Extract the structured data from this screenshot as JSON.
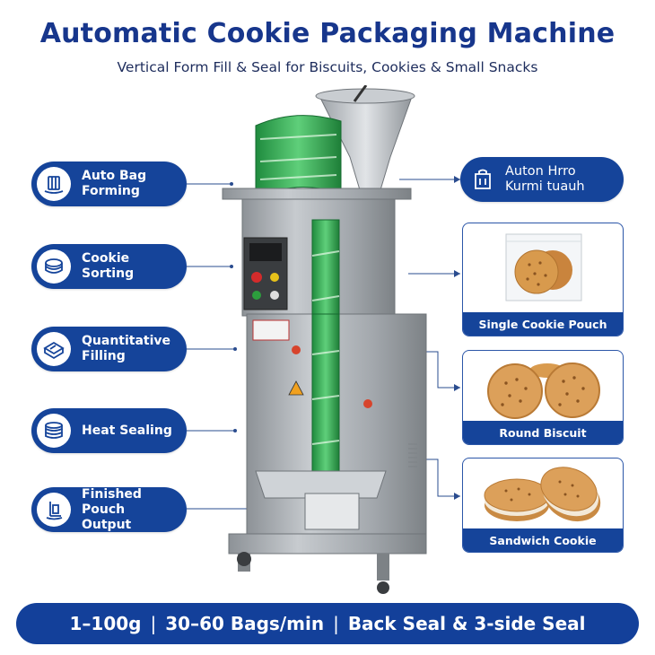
{
  "header": {
    "title": "Automatic Cookie Packaging Machine",
    "subtitle": "Vertical Form Fill & Seal for Biscuits, Cookies & Small Snacks"
  },
  "left_features": [
    {
      "label_line1": "Auto Bag",
      "label_line2": "Forming",
      "icon": "bag-forming-icon"
    },
    {
      "label_line1": "Cookie",
      "label_line2": "Sorting",
      "icon": "cookie-stack-icon"
    },
    {
      "label_line1": "Quantitative",
      "label_line2": "Filling",
      "icon": "box-filling-icon"
    },
    {
      "label_line1": "Heat Sealing",
      "label_line2": "",
      "icon": "stacked-disks-icon"
    },
    {
      "label_line1": "Finished Pouch",
      "label_line2": "Output",
      "icon": "output-icon"
    }
  ],
  "right_feature": {
    "label_line1": "Auton Hrro",
    "label_line2": "Kurmi tuauh",
    "icon": "bag-icon"
  },
  "product_cards": [
    {
      "caption": "Single Cookie Pouch"
    },
    {
      "caption": "Round Biscuit"
    },
    {
      "caption": "Sandwich Cookie"
    }
  ],
  "specs": {
    "weight": "1–100g",
    "speed": "30–60 Bags/min",
    "seal": "Back Seal & 3-side Seal",
    "separator": "|"
  },
  "colors": {
    "navy": "#15449a",
    "title": "#17368c",
    "steel": "#a9aeb3",
    "film_green": "#2fa84f"
  }
}
